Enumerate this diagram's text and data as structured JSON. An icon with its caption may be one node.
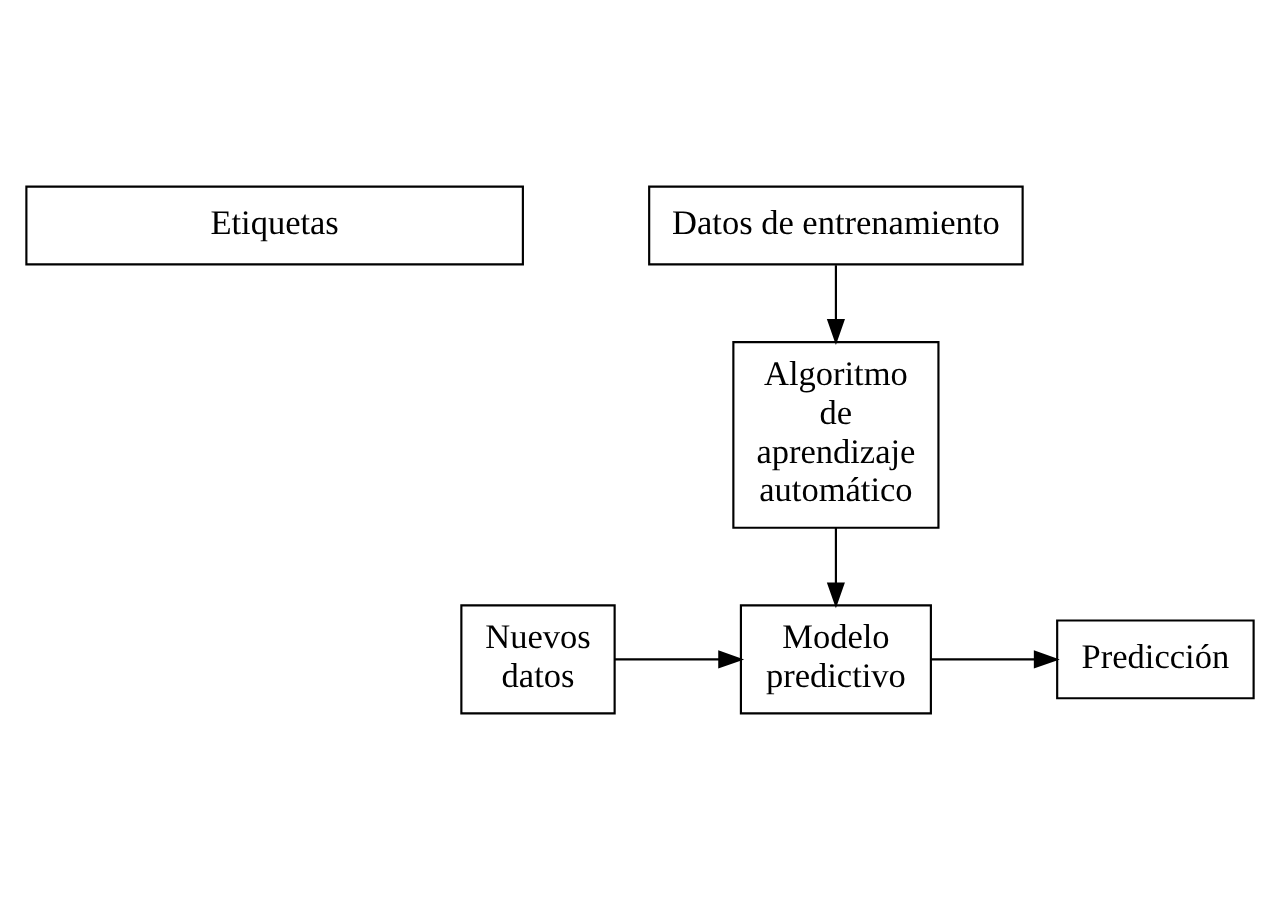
{
  "diagram": {
    "nodes": [
      {
        "text": [
          "Etiquetas"
        ]
      },
      {
        "text": [
          "Datos de entrenamiento"
        ]
      },
      {
        "text": [
          "Algoritmo de aprendizaje automático"
        ]
      },
      {
        "text": [
          "Nuevos datos"
        ]
      },
      {
        "text": [
          "Modelo predictivo"
        ]
      },
      {
        "text": [
          "Predicción"
        ]
      }
    ],
    "edges": [
      {
        "from": 1,
        "to": 2,
        "arrow": "to"
      },
      {
        "from": 2,
        "to": 4,
        "arrow": "to"
      },
      {
        "from": 3,
        "to": 4,
        "arrow": "to"
      },
      {
        "from": 4,
        "to": 5,
        "arrow": "to"
      }
    ]
  }
}
